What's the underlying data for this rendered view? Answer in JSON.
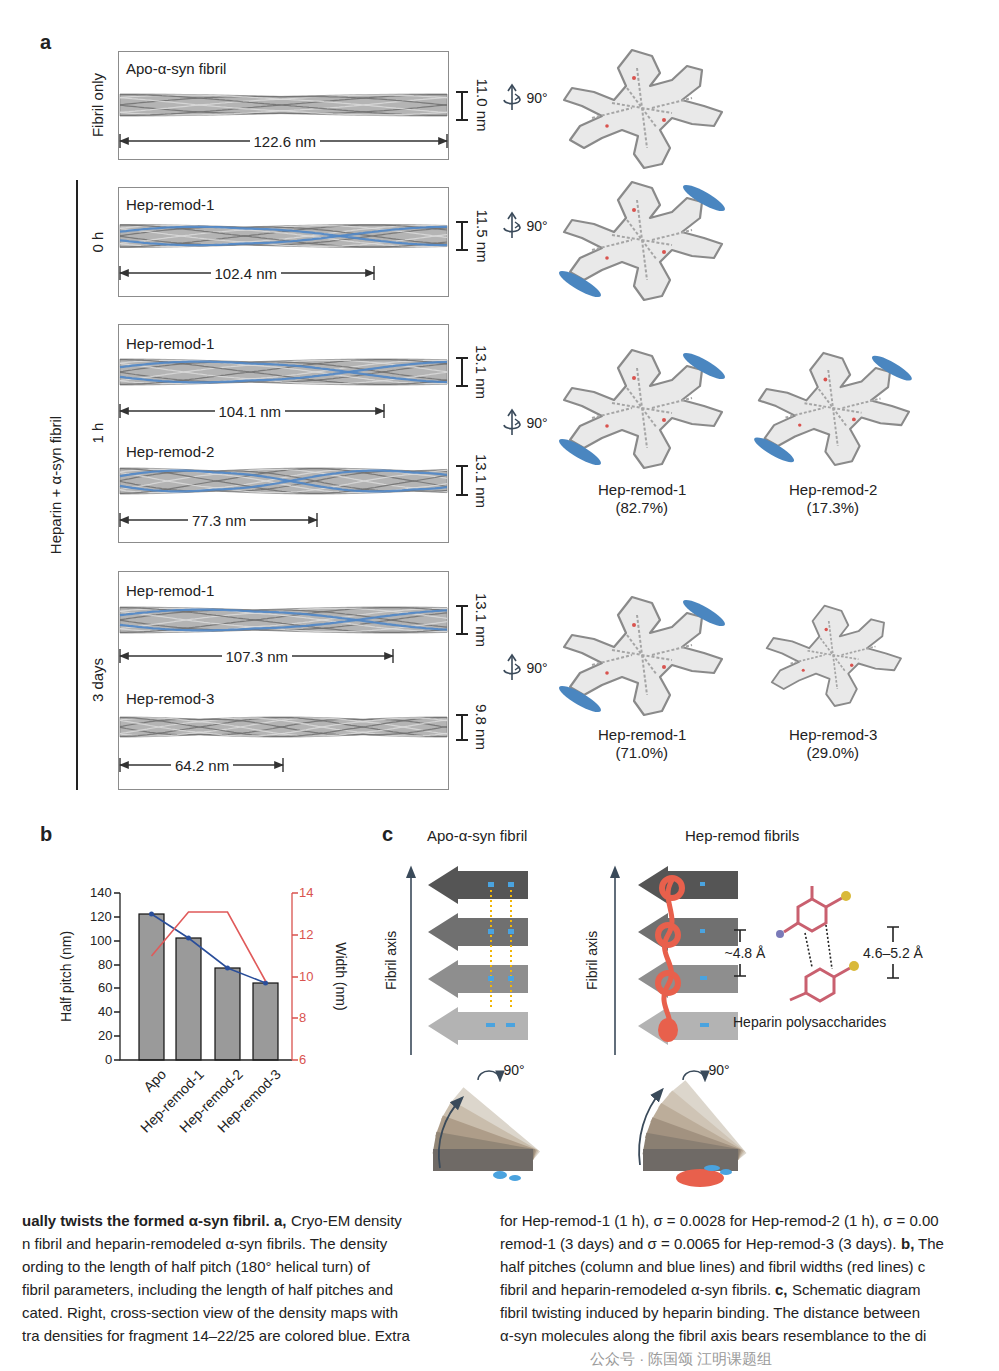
{
  "diagram": {
    "nodes": [
      {
        "text": [
          "Apo-α-syn fibril",
          "122.6 nm"
        ]
      },
      {
        "text": [
          "Hep-remod-1",
          "102.4 nm"
        ]
      },
      {
        "text": [
          "Hep-remod-1",
          "104.1 nm",
          "Hep-remod-2",
          "77.3 nm"
        ]
      },
      {
        "text": [
          "Hep-remod-1",
          "107.3 nm",
          "Hep-remod-3",
          "64.2 nm"
        ]
      }
    ],
    "labels": [
      "a",
      "Fibril only",
      "11.0 nm",
      "90°",
      "Heparin + α-syn fibril",
      "0 h",
      "11.5 nm",
      "90°",
      "1 h",
      "13.1 nm",
      "13.1 nm",
      "90°",
      "Hep-remod-1",
      "(82.7%)",
      "Hep-remod-2",
      "(17.3%)",
      "3 days",
      "13.1 nm",
      "9.8 nm",
      "90°",
      "Hep-remod-1",
      "(71.0%)",
      "Hep-remod-3",
      "(29.0%)",
      "b",
      "Half pitch (nm)",
      "0",
      "20",
      "40",
      "60",
      "80",
      "100",
      "120",
      "140",
      "6",
      "8",
      "10",
      "12",
      "14",
      "Width (nm)",
      "Apo",
      "Hep-remod-1",
      "Hep-remod-2",
      "Hep-remod-3",
      "c",
      "Apo-α-syn fibril",
      "Hep-remod fibrils",
      "Fibril axis",
      "Fibril axis",
      "90°",
      "90°",
      "~4.8 Å",
      "4.6–5.2 Å",
      "Heparin polysaccharides",
      "ually twists the formed α-syn fibril.",
      "a,",
      "Cryo-EM density",
      "n fibril and heparin-remodeled α-syn fibrils. The density",
      "ording to the length of half pitch (180° helical turn) of",
      "fibril parameters, including the length of half pitches and",
      "cated. Right, cross-section view of the density maps with",
      "tra densities for fragment 14–22/25 are colored blue. Extra",
      "for Hep-remod-1 (1 h), σ = 0.0028 for Hep-remod-2 (1 h), σ = 0.00",
      "remod-1 (3 days) and σ = 0.0065 for Hep-remod-3 (3 days).",
      "b,",
      "The",
      "half pitches (column and blue lines) and fibril widths (red lines) c",
      "fibril and heparin-remodeled α-syn fibrils.",
      "c,",
      "Schematic diagram",
      "fibril twisting induced by heparin binding. The distance between",
      "α-syn molecules along the fibril axis bears resemblance to the di",
      "公众号 · 陈国颂 江明课题组"
    ]
  }
}
